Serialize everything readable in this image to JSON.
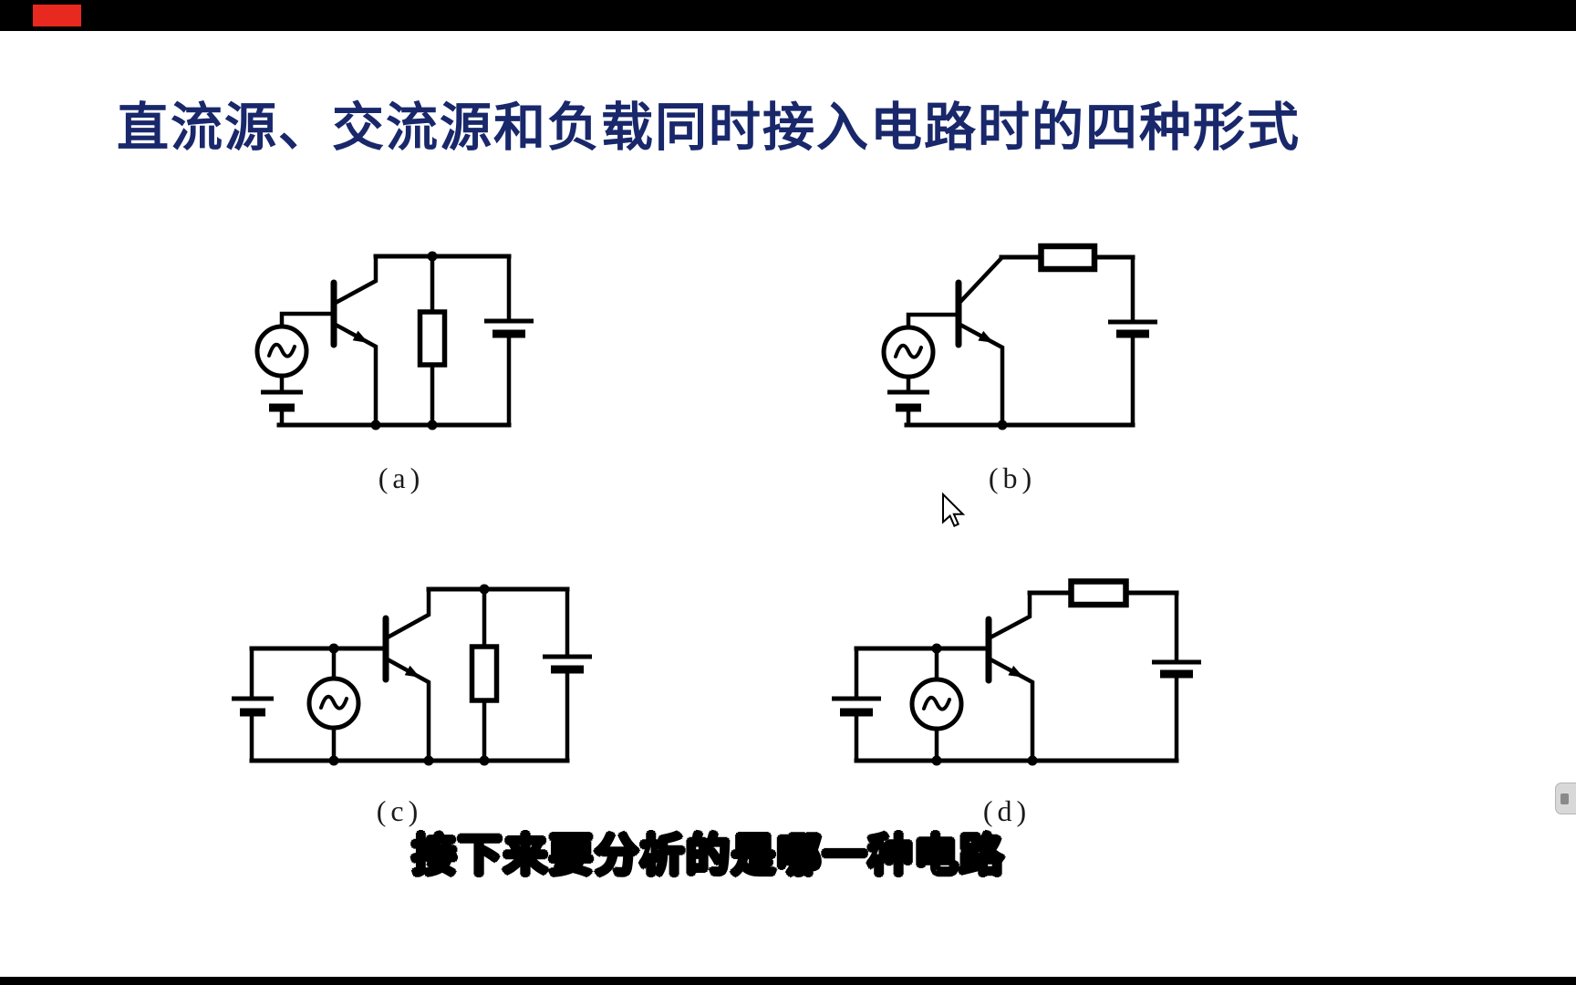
{
  "meta": {
    "background_color": "#ffffff",
    "top_bar_color": "#000000",
    "bottom_bar_color": "#000000",
    "recording_indicator_color": "#e8291f",
    "circuit_stroke_color": "#000000"
  },
  "title": {
    "text": "直流源、交流源和负载同时接入电路时的四种形式",
    "color": "#19276b"
  },
  "caption": {
    "text": "接下来要分析的是哪一种电路",
    "fill_color": "#ffffff",
    "outline_color": "#000000"
  },
  "circuits": [
    {
      "label": "(a)",
      "description": "AC source with series DC bias at input; vertical load resistor in parallel with DC supply at output"
    },
    {
      "label": "(b)",
      "description": "AC source with series DC bias at input; horizontal load resistor in series in collector loop"
    },
    {
      "label": "(c)",
      "description": "Parallel DC source branch at input; vertical load resistor in parallel with DC supply at output"
    },
    {
      "label": "(d)",
      "description": "Parallel DC source branch at input; horizontal load resistor in series in collector loop"
    }
  ],
  "cursor": {
    "type": "arrow-pointer"
  },
  "side_tab": {
    "shape": "rounded-tab"
  }
}
